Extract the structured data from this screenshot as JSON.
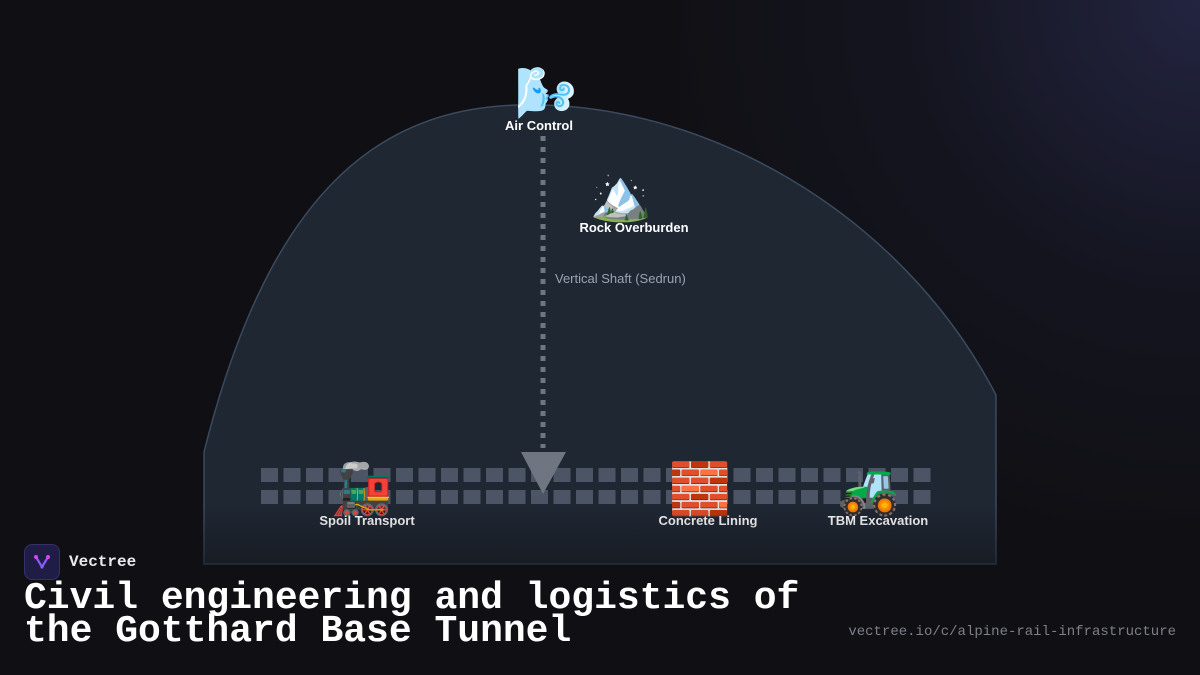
{
  "diagram": {
    "nodes": [
      {
        "id": "air-control",
        "label": "Air Control",
        "icon": "wind-face-icon"
      },
      {
        "id": "rock-overburden",
        "label": "Rock Overburden",
        "icon": "snow-capped-mountain-icon"
      },
      {
        "id": "spoil-transport",
        "label": "Spoil Transport",
        "icon": "locomotive-icon"
      },
      {
        "id": "concrete-lining",
        "label": "Concrete Lining",
        "icon": "brick-icon"
      },
      {
        "id": "tbm-excavation",
        "label": "TBM Excavation",
        "icon": "tractor-icon"
      }
    ],
    "edges": [
      {
        "from": "air-control",
        "to": "tunnel-floor",
        "label": "Vertical Shaft (Sedrun)",
        "style": "dotted"
      }
    ],
    "colors": {
      "mountain_fill": "#1f2733",
      "mountain_stroke": "#3b4a5e",
      "track": "#4c5566",
      "shaft": "#6f7682"
    }
  },
  "brand": {
    "name": "Vectree",
    "icon": "vectree-logo-icon"
  },
  "title": "Civil engineering and logistics of the Gotthard Base Tunnel",
  "url": "vectree.io/c/alpine-rail-infrastructure"
}
